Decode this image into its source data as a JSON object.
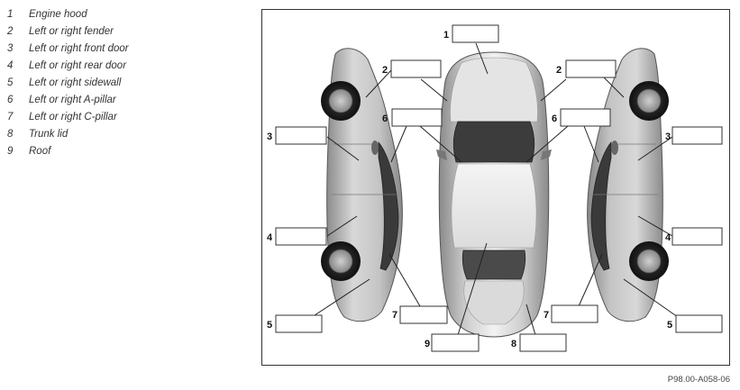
{
  "legend": [
    {
      "num": "1",
      "label": "Engine hood"
    },
    {
      "num": "2",
      "label": "Left or right fender"
    },
    {
      "num": "3",
      "label": "Left or right front door"
    },
    {
      "num": "4",
      "label": "Left or right rear door"
    },
    {
      "num": "5",
      "label": "Left or right sidewall"
    },
    {
      "num": "6",
      "label": "Left or right A-pillar"
    },
    {
      "num": "7",
      "label": "Left or right C-pillar"
    },
    {
      "num": "8",
      "label": "Trunk lid"
    },
    {
      "num": "9",
      "label": "Roof"
    }
  ],
  "callouts": {
    "c1": "1",
    "c2_left": "2",
    "c2_right": "2",
    "c3_left": "3",
    "c3_right": "3",
    "c4_left": "4",
    "c4_right": "4",
    "c5_left": "5",
    "c5_right": "5",
    "c6_left": "6",
    "c6_right": "6",
    "c7_left": "7",
    "c7_right": "7",
    "c8": "8",
    "c9": "9"
  },
  "figure_ref": "P98.00-A058-06"
}
